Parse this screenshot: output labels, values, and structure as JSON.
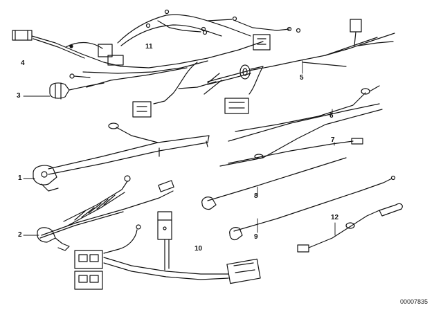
{
  "diagram": {
    "part_labels": [
      {
        "id": "1",
        "text": "1"
      },
      {
        "id": "2",
        "text": "2"
      },
      {
        "id": "3",
        "text": "3"
      },
      {
        "id": "4",
        "text": "4"
      },
      {
        "id": "5",
        "text": "5"
      },
      {
        "id": "6",
        "text": "6"
      },
      {
        "id": "7",
        "text": "7"
      },
      {
        "id": "8",
        "text": "8"
      },
      {
        "id": "9",
        "text": "9"
      },
      {
        "id": "10",
        "text": "10"
      },
      {
        "id": "11",
        "text": "11"
      },
      {
        "id": "12",
        "text": "12"
      }
    ],
    "reference_code": "00007835"
  }
}
